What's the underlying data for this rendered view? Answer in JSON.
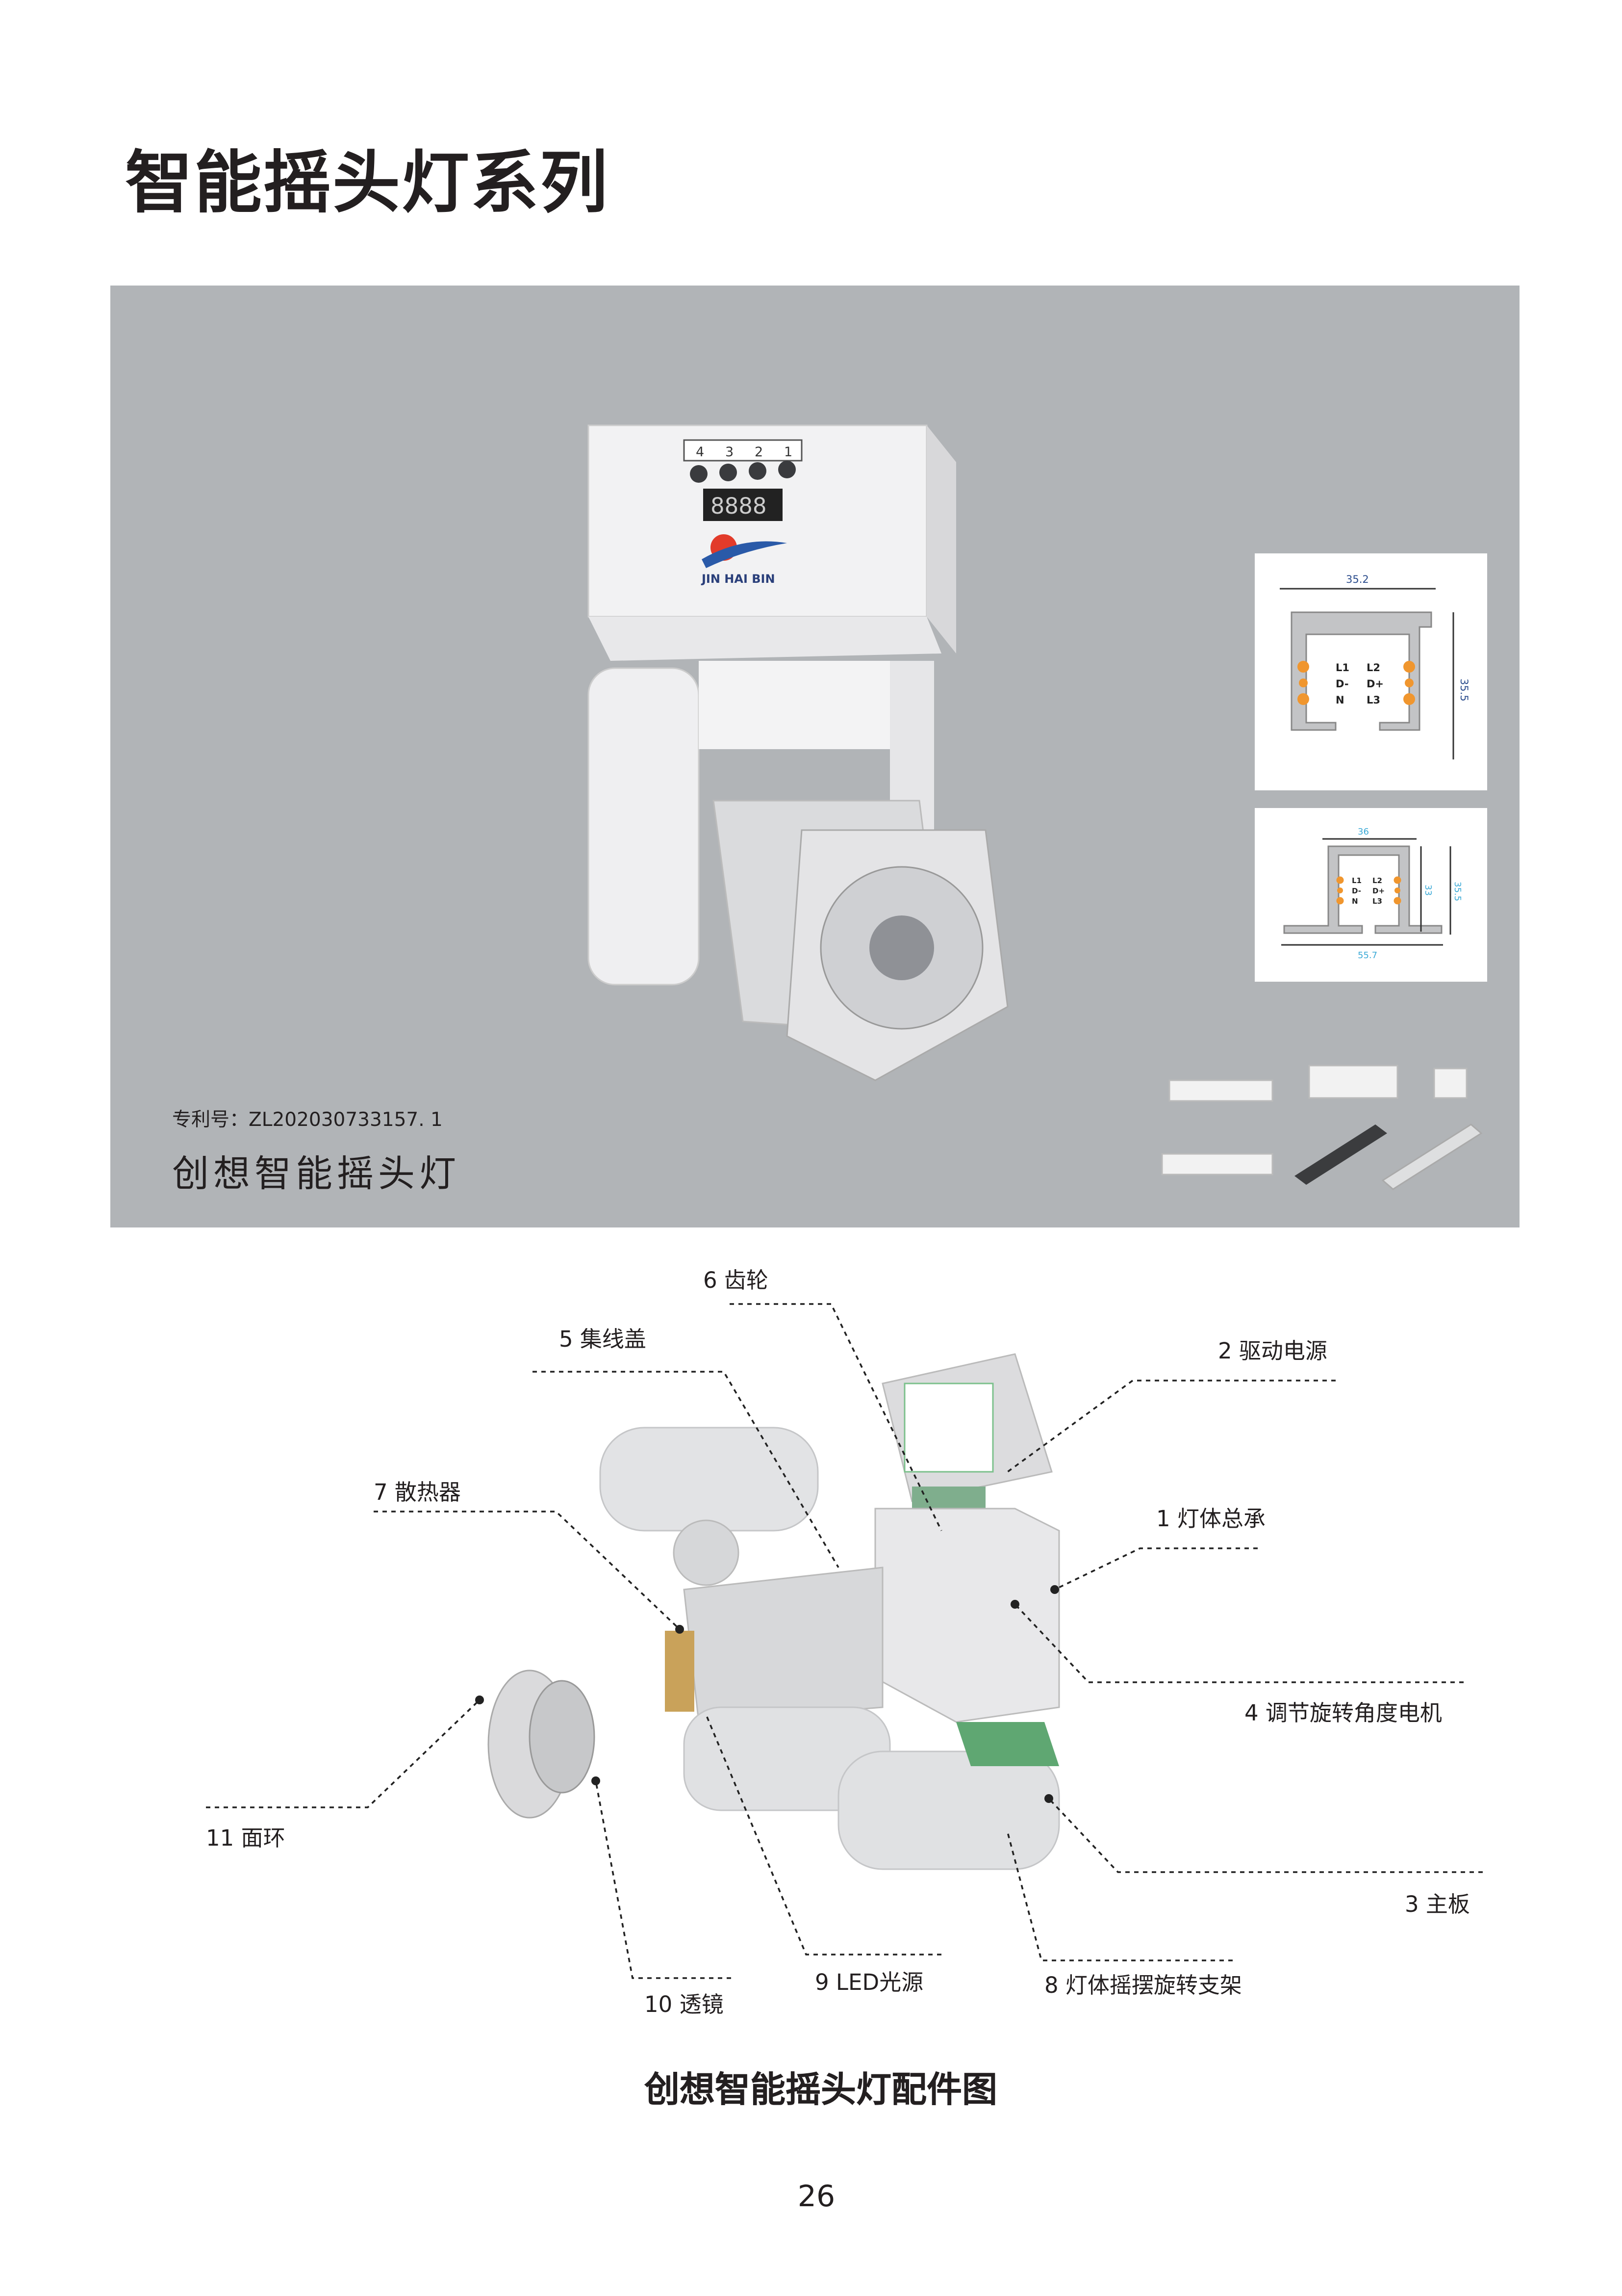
{
  "page_title": "智能摇头灯系列",
  "product_panel": {
    "patent_label": "专利号：ZL202030733157. 1",
    "product_name": "创想智能摇头灯",
    "device": {
      "button_numbers": [
        "1",
        "2",
        "3",
        "4"
      ],
      "display_text": "8888",
      "brand_logo_text": "JIN HAI BIN"
    }
  },
  "track_profile_1": {
    "width_dim": "35.2",
    "height_dim": "35.5",
    "left_terminals": [
      "L1",
      "D-",
      "N"
    ],
    "right_terminals": [
      "L2",
      "D+",
      "L3"
    ]
  },
  "track_profile_2": {
    "top_width_dim": "36",
    "bottom_width_dim": "55.7",
    "inner_height_dim": "33",
    "outer_height_dim": "35.5",
    "left_terminals": [
      "L1",
      "D-",
      "N"
    ],
    "right_terminals": [
      "L2",
      "D+",
      "L3"
    ]
  },
  "exploded_labels": {
    "p1": "1 灯体总承",
    "p2": "2 驱动电源",
    "p3": "3 主板",
    "p4": "4 调节旋转角度电机",
    "p5": "5 集线盖",
    "p6": "6 齿轮",
    "p7": "7 散热器",
    "p8": "8 灯体摇摆旋转支架",
    "p9": "9 LED光源",
    "p10": "10 透镜",
    "p11": "11 面环"
  },
  "diagram_caption": "创想智能摇头灯配件图",
  "page_number": "26",
  "colors": {
    "panel": "#b1b4b7",
    "terminal": "#f0962e",
    "dim_blue": "#2b4c8c",
    "dim_cyan": "#3aa9d6"
  }
}
